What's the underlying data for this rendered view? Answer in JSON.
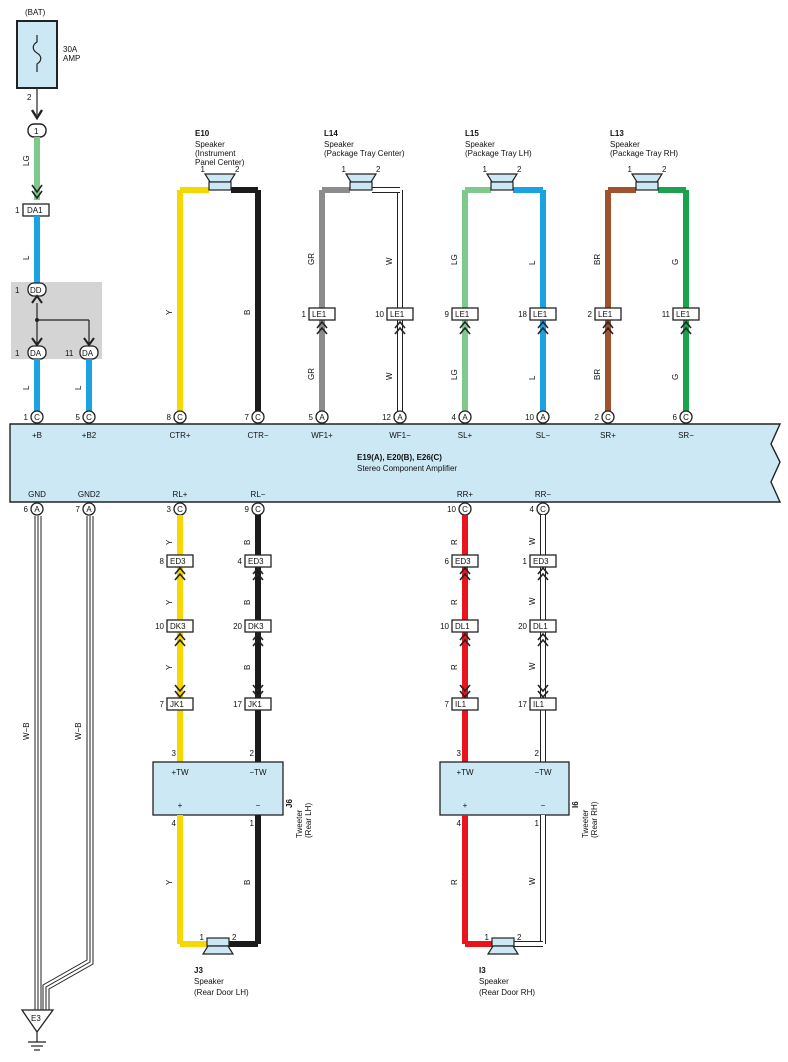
{
  "colors": {
    "Y": "#f5d800",
    "B": "#1a1a1a",
    "GR": "#8c8c8c",
    "W": "#ffffff",
    "LG": "#7ec98e",
    "L": "#1aa3e0",
    "BR": "#a0522d",
    "G": "#1aa34a",
    "R": "#e8141e",
    "amp": "#cde8f5",
    "outline": "#222222",
    "shade": "#d4d4d4"
  },
  "power": {
    "source": "(BAT)",
    "fuse_rating": "30A",
    "fuse_name": "AMP",
    "fuse_pin": "2",
    "connector_pin": "1"
  },
  "wires_top": {
    "lg": "LG",
    "l1": "L",
    "l2": "L",
    "l3": "L"
  },
  "connectors_left": {
    "da1_pin": "1",
    "da1": "DA1",
    "dd": "DD",
    "dd_pin": "1",
    "da_a_pin": "1",
    "da_a": "DA",
    "da_b_pin": "11",
    "da_b": "DA"
  },
  "speakers_front": [
    {
      "id": "E10",
      "line1": "Speaker",
      "line2": "(Instrument",
      "line3": "Panel Center)",
      "pin1": "1",
      "pin2": "2"
    },
    {
      "id": "L14",
      "line1": "Speaker",
      "line2": "(Package Tray Center)",
      "line3": "",
      "pin1": "1",
      "pin2": "2"
    },
    {
      "id": "L15",
      "line1": "Speaker",
      "line2": "(Package Tray LH)",
      "line3": "",
      "pin1": "1",
      "pin2": "2"
    },
    {
      "id": "L13",
      "line1": "Speaker",
      "line2": "(Package Tray RH)",
      "line3": "",
      "pin1": "1",
      "pin2": "2"
    }
  ],
  "front_wires": [
    {
      "color_code": "Y",
      "upper_label": "Y",
      "lower_label": "",
      "amp_pin": "8",
      "amp_conn": "C",
      "term": "CTR+"
    },
    {
      "color_code": "B",
      "upper_label": "B",
      "lower_label": "",
      "amp_pin": "7",
      "amp_conn": "C",
      "term": "CTR−"
    },
    {
      "color_code": "GR",
      "upper_label": "GR",
      "lower_label": "GR",
      "le_pin": "1",
      "le": "LE1",
      "amp_pin": "5",
      "amp_conn": "A",
      "term": "WF1+"
    },
    {
      "color_code": "W",
      "upper_label": "W",
      "lower_label": "W",
      "le_pin": "10",
      "le": "LE1",
      "amp_pin": "12",
      "amp_conn": "A",
      "term": "WF1−"
    },
    {
      "color_code": "LG",
      "upper_label": "LG",
      "lower_label": "LG",
      "le_pin": "9",
      "le": "LE1",
      "amp_pin": "4",
      "amp_conn": "A",
      "term": "SL+"
    },
    {
      "color_code": "L",
      "upper_label": "L",
      "lower_label": "L",
      "le_pin": "18",
      "le": "LE1",
      "amp_pin": "10",
      "amp_conn": "A",
      "term": "SL−"
    },
    {
      "color_code": "BR",
      "upper_label": "BR",
      "lower_label": "BR",
      "le_pin": "2",
      "le": "LE1",
      "amp_pin": "2",
      "amp_conn": "C",
      "term": "SR+"
    },
    {
      "color_code": "G",
      "upper_label": "G",
      "lower_label": "G",
      "le_pin": "11",
      "le": "LE1",
      "amp_pin": "6",
      "amp_conn": "C",
      "term": "SR−"
    }
  ],
  "amp_left_top": [
    {
      "pin": "1",
      "conn": "C",
      "term": "+B"
    },
    {
      "pin": "5",
      "conn": "C",
      "term": "+B2"
    }
  ],
  "amplifier": {
    "title": "E19(A), E20(B), E26(C)",
    "subtitle": "Stereo Component Amplifier"
  },
  "amp_bottom": [
    {
      "pin": "6",
      "conn": "A",
      "term": "GND"
    },
    {
      "pin": "7",
      "conn": "A",
      "term": "GND2"
    },
    {
      "pin": "3",
      "conn": "C",
      "term": "RL+"
    },
    {
      "pin": "9",
      "conn": "C",
      "term": "RL−"
    },
    {
      "pin": "10",
      "conn": "C",
      "term": "RR+"
    },
    {
      "pin": "4",
      "conn": "C",
      "term": "RR−"
    }
  ],
  "ground": {
    "wire1": "W−B",
    "wire2": "W−B",
    "name": "E3"
  },
  "rear_chain": [
    {
      "wire": "Y",
      "c1_pin": "8",
      "c1": "ED3",
      "w1": "Y",
      "c2_pin": "10",
      "c2": "DK3",
      "w2": "Y",
      "c3_pin": "7",
      "c3": "JK1",
      "tw_pin": "3"
    },
    {
      "wire": "B",
      "c1_pin": "4",
      "c1": "ED3",
      "w1": "B",
      "c2_pin": "20",
      "c2": "DK3",
      "w2": "B",
      "c3_pin": "17",
      "c3": "JK1",
      "tw_pin": "2"
    },
    {
      "wire": "R",
      "c1_pin": "6",
      "c1": "ED3",
      "w1": "R",
      "c2_pin": "10",
      "c2": "DL1",
      "w2": "R",
      "c3_pin": "7",
      "c3": "IL1",
      "tw_pin": "3"
    },
    {
      "wire": "W",
      "c1_pin": "1",
      "c1": "ED3",
      "w1": "W",
      "c2_pin": "20",
      "c2": "DL1",
      "w2": "W",
      "c3_pin": "17",
      "c3": "IL1",
      "tw_pin": "2"
    }
  ],
  "tweeters": [
    {
      "id": "J6",
      "name": "Tweeter",
      "loc": "(Rear LH)",
      "plus_t": "+TW",
      "minus_t": "−TW",
      "plus": "+",
      "minus": "−",
      "pin_plus": "4",
      "pin_minus": "1",
      "wire_plus": "Y",
      "wire_minus": "B"
    },
    {
      "id": "I6",
      "name": "Tweeter",
      "loc": "(Rear RH)",
      "plus_t": "+TW",
      "minus_t": "−TW",
      "plus": "+",
      "minus": "−",
      "pin_plus": "4",
      "pin_minus": "1",
      "wire_plus": "R",
      "wire_minus": "W"
    }
  ],
  "speakers_rear": [
    {
      "id": "J3",
      "line1": "Speaker",
      "line2": "(Rear Door LH)",
      "pin1": "1",
      "pin2": "2"
    },
    {
      "id": "I3",
      "line1": "Speaker",
      "line2": "(Rear Door RH)",
      "pin1": "1",
      "pin2": "2"
    }
  ]
}
